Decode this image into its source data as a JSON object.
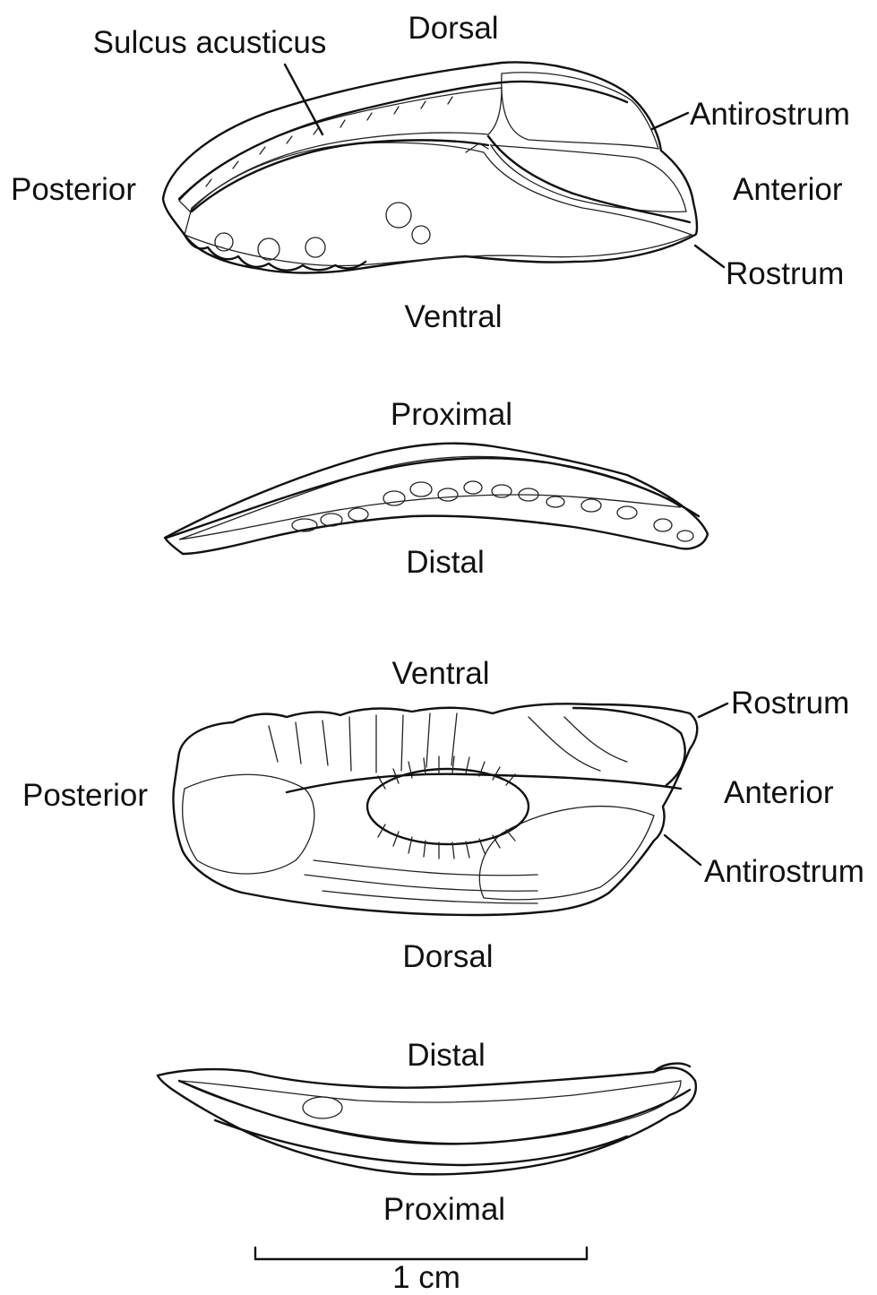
{
  "views": [
    {
      "id": "view-1",
      "labels": {
        "top": "Dorsal",
        "bottom": "Ventral",
        "left": "Posterior",
        "right": "Anterior",
        "sulcus": "Sulcus acusticus",
        "antirostrum": "Antirostrum",
        "rostrum": "Rostrum"
      }
    },
    {
      "id": "view-2",
      "labels": {
        "top": "Proximal",
        "bottom": "Distal"
      }
    },
    {
      "id": "view-3",
      "labels": {
        "top": "Ventral",
        "bottom": "Dorsal",
        "left": "Posterior",
        "right": "Anterior",
        "rostrum": "Rostrum",
        "antirostrum": "Antirostrum"
      }
    },
    {
      "id": "view-4",
      "labels": {
        "top": "Distal",
        "bottom": "Proximal"
      }
    }
  ],
  "scale_bar": {
    "label": "1 cm"
  }
}
